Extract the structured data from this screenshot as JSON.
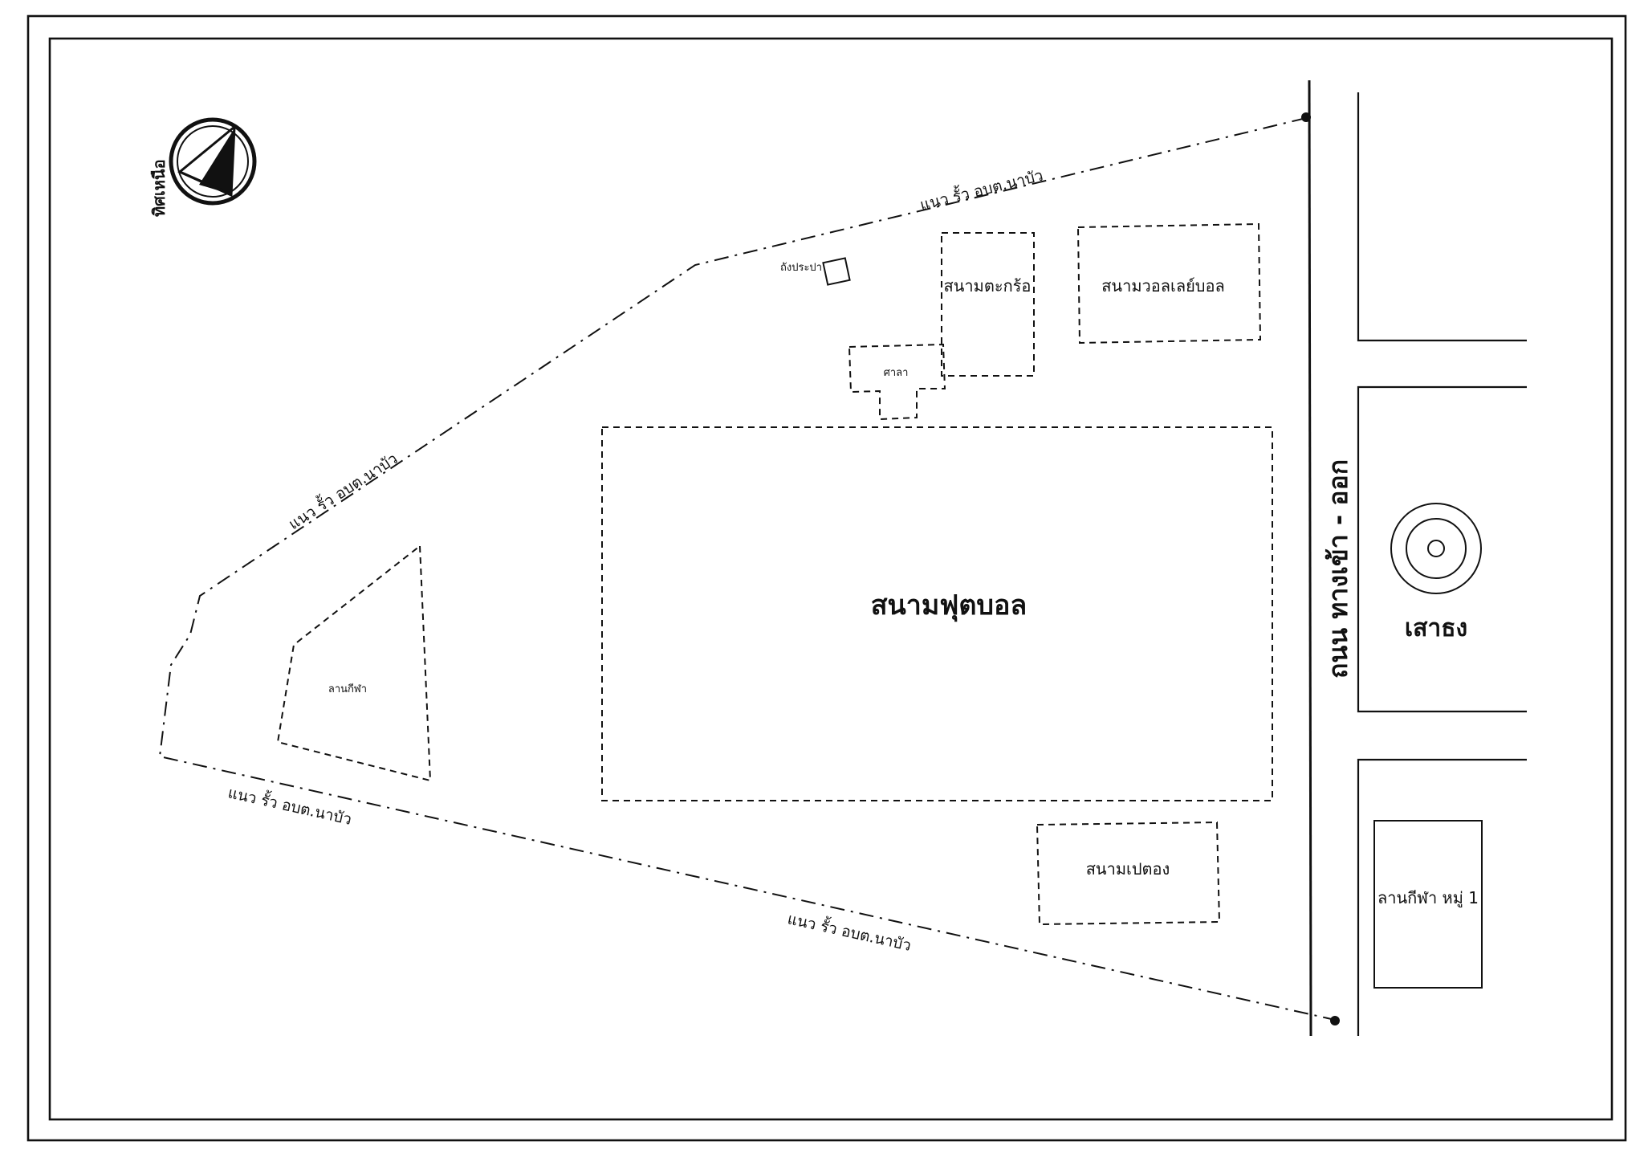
{
  "north": {
    "label": "ทิศเหนือ"
  },
  "fence_labels": [
    "แนว รั้ว อบต.นาบัว",
    "แนว รั้ว อบต.นาบัว",
    "แนว รั้ว อบต.นาบัว",
    "แนว รั้ว อบต.นาบัว"
  ],
  "facilities": {
    "water_tank": "ถังประปา",
    "takraw_court": "สนามตะกร้อ",
    "volleyball_court": "สนามวอลเลย์บอล",
    "pavilion": "ศาลา",
    "football_field": "สนามฟุตบอล",
    "sports_ground": "ลานกีฬา",
    "petanque_court": "สนามเปตอง"
  },
  "road": {
    "label": "ถนน ทางเข้า - ออก"
  },
  "flagpole": {
    "label": "เสาธง"
  },
  "village_ground": {
    "label": "ลานกีฬา หมู่ 1"
  }
}
